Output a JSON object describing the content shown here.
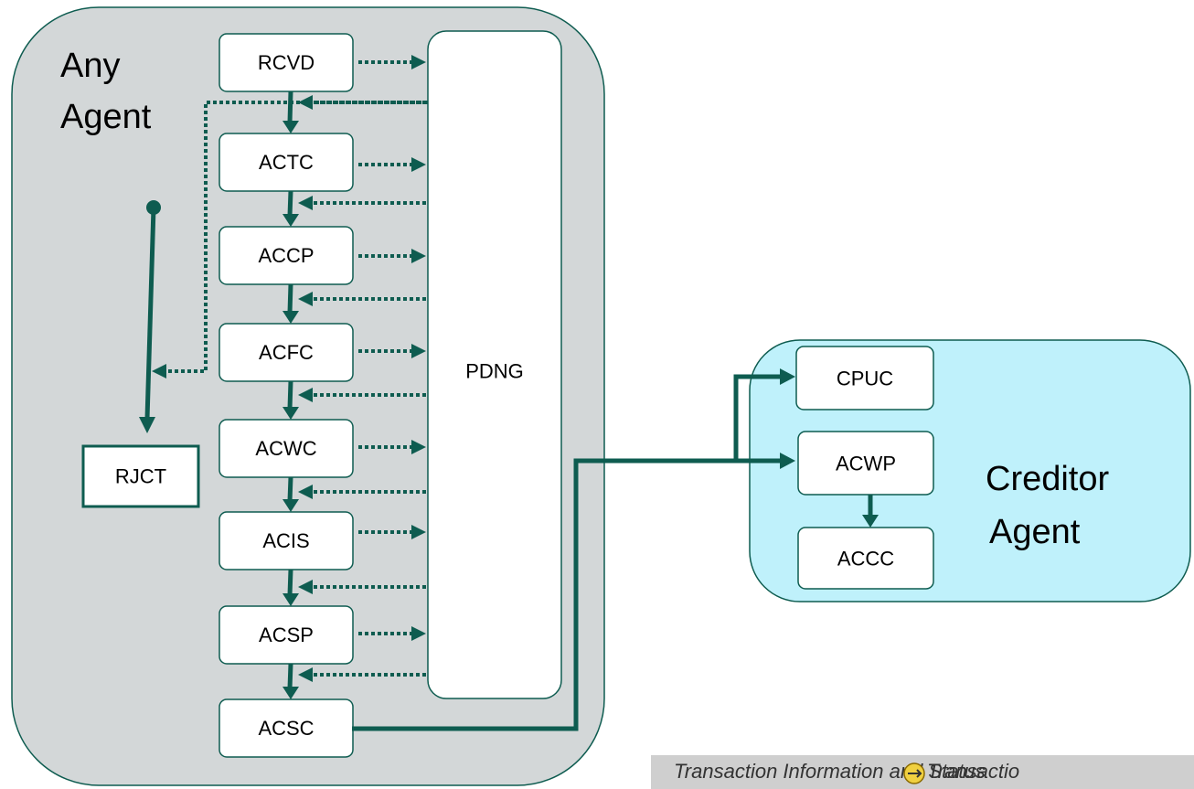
{
  "any_agent": {
    "label_line1": "Any",
    "label_line2": "Agent"
  },
  "creditor_agent": {
    "label_line1": "Creditor",
    "label_line2": "Agent"
  },
  "status_boxes": [
    "RCVD",
    "ACTC",
    "ACCP",
    "ACFC",
    "ACWC",
    "ACIS",
    "ACSP",
    "ACSC"
  ],
  "pending": "PDNG",
  "reject": "RJCT",
  "creditor_boxes": {
    "cpuc": "CPUC",
    "acwp": "ACWP",
    "accc": "ACCC"
  },
  "footer": {
    "text_a": "Transaction Information and Status",
    "text_b": "Transactio"
  },
  "colors": {
    "line": "#0e5c50",
    "any_agent_bg": "#d3d7d8",
    "creditor_bg": "#bff1fb"
  }
}
